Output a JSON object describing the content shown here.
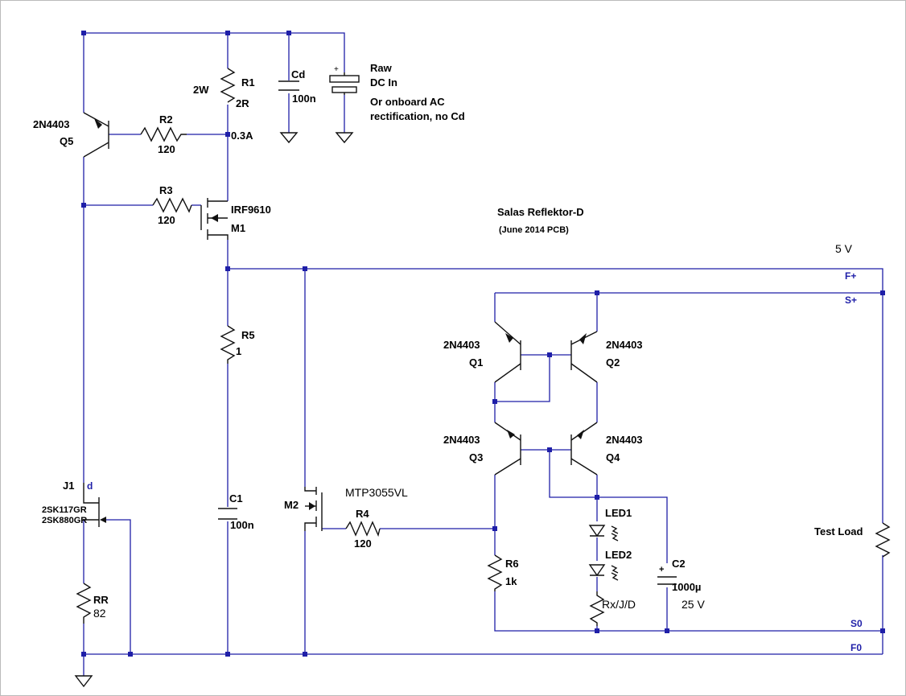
{
  "title": "Salas Reflektor-D",
  "subtitle": "(June 2014 PCB)",
  "supply": {
    "raw": "Raw",
    "dc_in": "DC In",
    "note1": "Or onboard AC",
    "note2": "rectification, no Cd"
  },
  "voltage_out": "5 V",
  "current_note": "0.3A",
  "nets": {
    "f_plus": "F+",
    "s_plus": "S+",
    "s_zero": "S0",
    "f_zero": "F0",
    "jfet_drain": "d"
  },
  "components": {
    "q5": {
      "ref": "Q5",
      "part": "2N4403"
    },
    "r1": {
      "ref": "R1",
      "value": "2R",
      "power": "2W"
    },
    "r2": {
      "ref": "R2",
      "value": "120"
    },
    "r3": {
      "ref": "R3",
      "value": "120"
    },
    "m1": {
      "ref": "M1",
      "part": "IRF9610"
    },
    "cd": {
      "ref": "Cd",
      "value": "100n"
    },
    "r5": {
      "ref": "R5",
      "value": "1"
    },
    "c1": {
      "ref": "C1",
      "value": "100n"
    },
    "j1": {
      "ref": "J1",
      "part1": "2SK117GR",
      "part2": "2SK880GR"
    },
    "rr": {
      "ref": "RR",
      "value": "82"
    },
    "m2": {
      "ref": "M2",
      "part": "MTP3055VL"
    },
    "r4": {
      "ref": "R4",
      "value": "120"
    },
    "q1": {
      "ref": "Q1",
      "part": "2N4403"
    },
    "q2": {
      "ref": "Q2",
      "part": "2N4403"
    },
    "q3": {
      "ref": "Q3",
      "part": "2N4403"
    },
    "q4": {
      "ref": "Q4",
      "part": "2N4403"
    },
    "r6": {
      "ref": "R6",
      "value": "1k"
    },
    "led1": {
      "ref": "LED1"
    },
    "led2": {
      "ref": "LED2"
    },
    "rx": {
      "ref": "Rx/J/D"
    },
    "c2": {
      "ref": "C2",
      "value": "1000µ",
      "voltage": "25 V"
    },
    "load": {
      "ref": "Test Load"
    }
  },
  "colors": {
    "wire": "#1f1fa8",
    "component": "#111111",
    "background": "#ffffff"
  }
}
